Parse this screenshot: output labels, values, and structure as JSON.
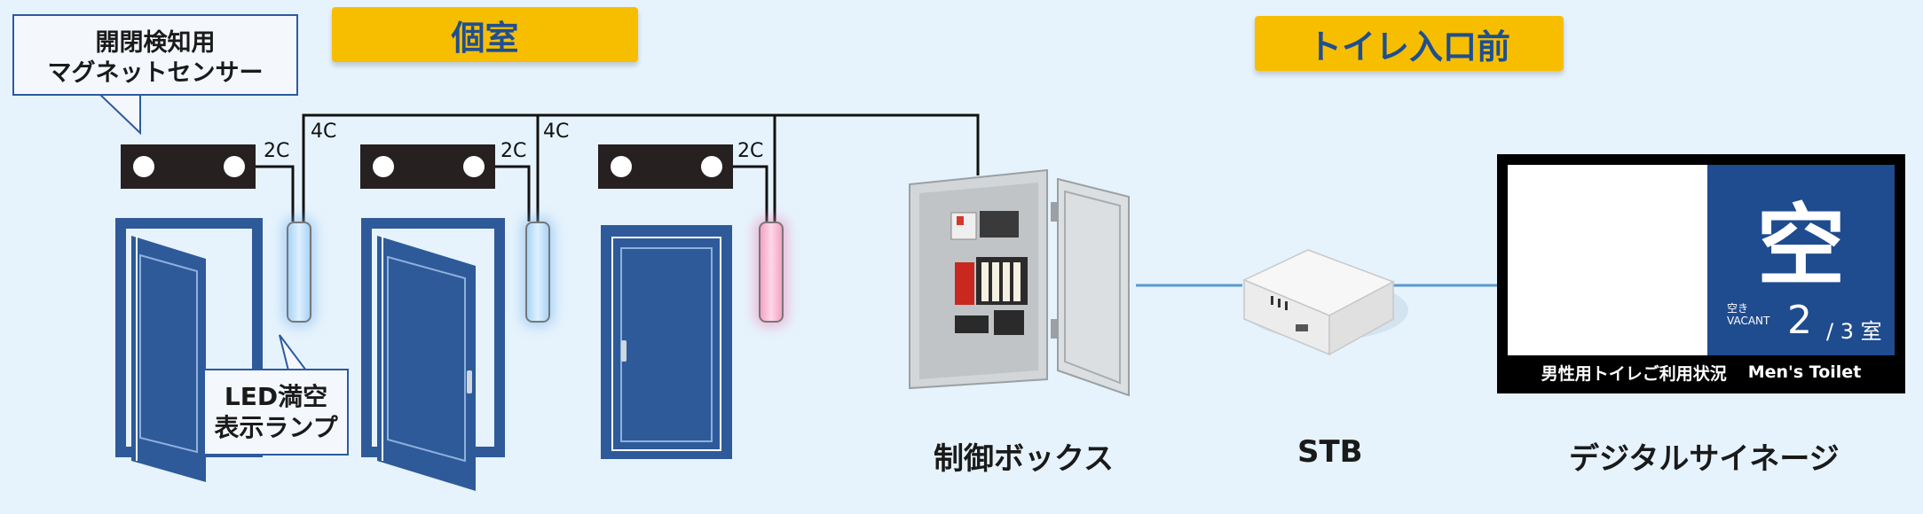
{
  "headings": {
    "room": "個室",
    "entrance": "トイレ入口前"
  },
  "callouts": {
    "sensor": [
      "開閉検知用",
      "マグネットセンサー"
    ],
    "lamp": [
      "LED満空",
      "表示ランプ"
    ]
  },
  "wires": {
    "two_core": "2C",
    "four_core": "4C"
  },
  "devices": {
    "control_box": "制御ボックス",
    "stb": "STB",
    "signage": "デジタルサイネージ"
  },
  "signage_screen": {
    "status_kanji": "空",
    "status_jp": "空き",
    "status_en": "VACANT",
    "vacant_count": "2",
    "total_label": "/ 3 室",
    "footer_jp": "男性用トイレご利用状況",
    "footer_en": "Men's Toilet"
  },
  "colors": {
    "background": "#e6f3fc",
    "tag": "#f7be00",
    "door": "#2e5a9a",
    "signage_blue": "#1f4b8f"
  }
}
